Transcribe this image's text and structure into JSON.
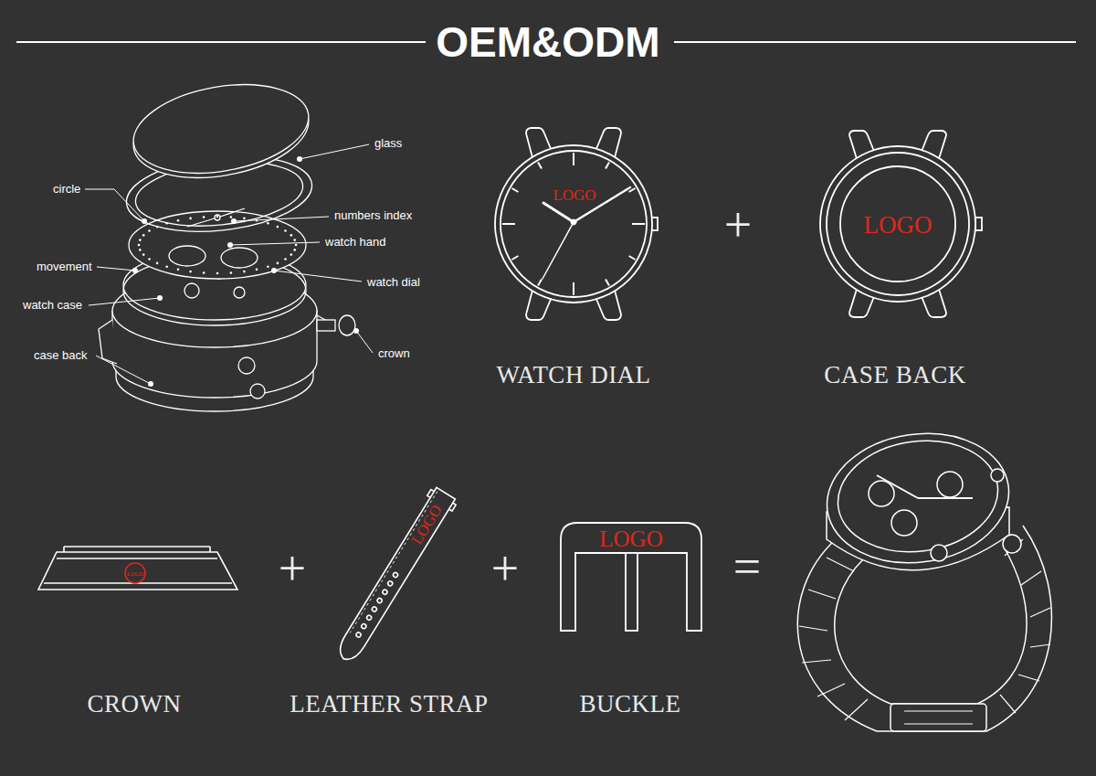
{
  "diagram": {
    "title": "OEM&ODM",
    "labels": [
      "glass",
      "circle",
      "numbers index",
      "watch hand",
      "movement",
      "watch dial",
      "watch case",
      "case back",
      "crown",
      "LOGO",
      "+",
      "LOGO",
      "WATCH DIAL",
      "CASE BACK",
      "LOGO",
      "+",
      "LOGO",
      "+",
      "LOGO",
      "=",
      "CROWN",
      "LEATHER STRAP",
      "BUCKLE"
    ]
  }
}
